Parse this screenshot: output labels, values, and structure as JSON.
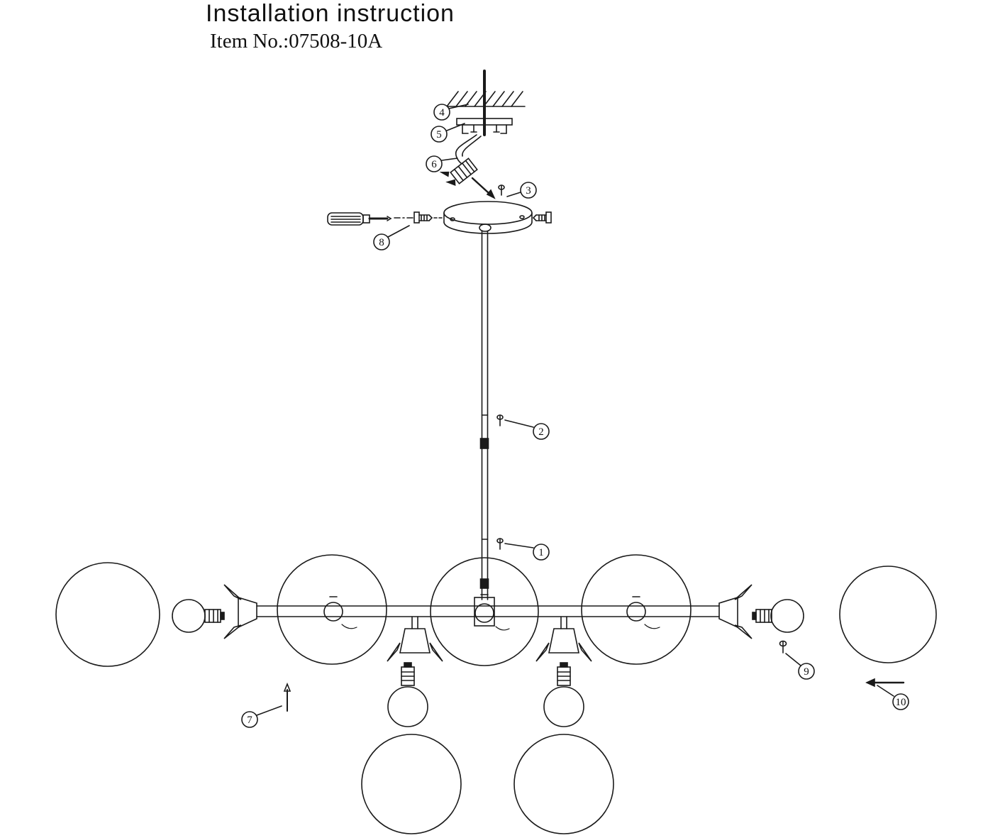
{
  "header": {
    "title": "Installation instruction",
    "item_no": "Item No.:07508-10A"
  },
  "callouts": {
    "c1": "1",
    "c2": "2",
    "c3": "3",
    "c4": "4",
    "c5": "5",
    "c6": "6",
    "c7": "7",
    "c8": "8",
    "c9": "9",
    "c10": "10"
  },
  "colors": {
    "ink": "#1a1a1a",
    "background": "#ffffff"
  }
}
